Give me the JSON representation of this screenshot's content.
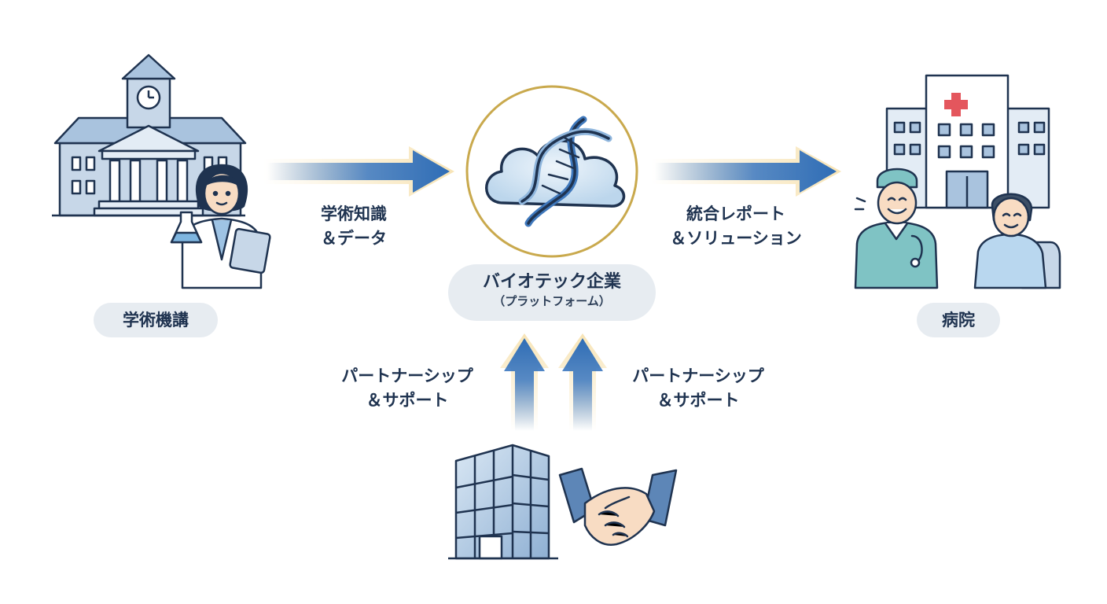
{
  "nodes": {
    "academic": {
      "label": "学術機講"
    },
    "biotech": {
      "label": "バイオテック企業",
      "sublabel": "（プラットフォーム）"
    },
    "hospital": {
      "label": "病院"
    }
  },
  "flows": {
    "to_biotech": {
      "line1": "学術知識",
      "line2": "＆データ"
    },
    "to_hospital": {
      "line1": "統合レポート",
      "line2": "＆ソリューション"
    },
    "partner_left": {
      "line1": "パートナーシップ",
      "line2": "＆サポート"
    },
    "partner_right": {
      "line1": "パートナーシップ",
      "line2": "＆サポート"
    }
  },
  "colors": {
    "navy": "#1f3350",
    "arrow_blue": "#2f6db6",
    "glow_gold": "#f3d48a",
    "circle_gold": "#c9a94d",
    "pill_bg": "#e7ecf1",
    "building_blue": "#a9c3de",
    "scrubs": "#7fc3c4",
    "cross_red": "#e4565d"
  }
}
